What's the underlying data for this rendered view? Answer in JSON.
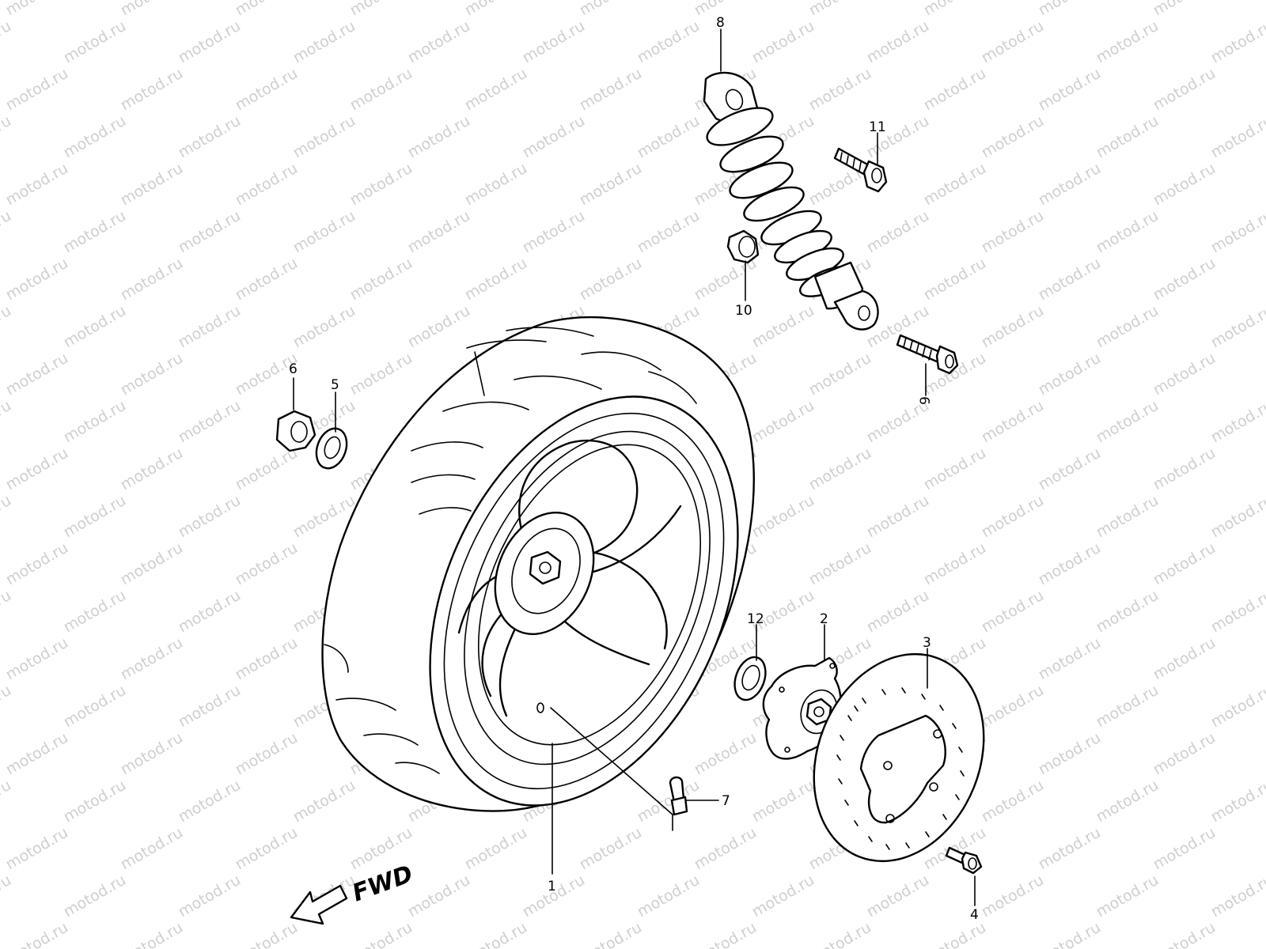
{
  "watermark": "motod.ru",
  "fwd_label": "FWD",
  "callouts": {
    "p1": "1",
    "p2": "2",
    "p3": "3",
    "p4": "4",
    "p5": "5",
    "p6": "6",
    "p7": "7",
    "p8": "8",
    "p9": "9",
    "p10": "10",
    "p11": "11",
    "p12": "12"
  },
  "colors": {
    "line": "#000000",
    "background": "#ffffff",
    "watermark": "#cfcfcf"
  }
}
